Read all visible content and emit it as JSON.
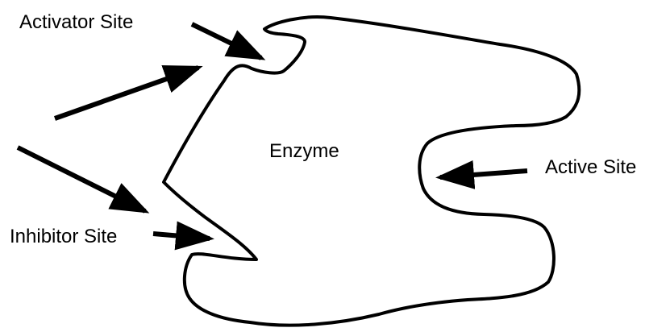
{
  "labels": {
    "activator_site": "Activator Site",
    "enzyme": "Enzyme",
    "active_site": "Active Site",
    "inhibitor_site": "Inhibitor Site"
  },
  "colors": {
    "stroke": "#000000",
    "background": "#ffffff"
  }
}
